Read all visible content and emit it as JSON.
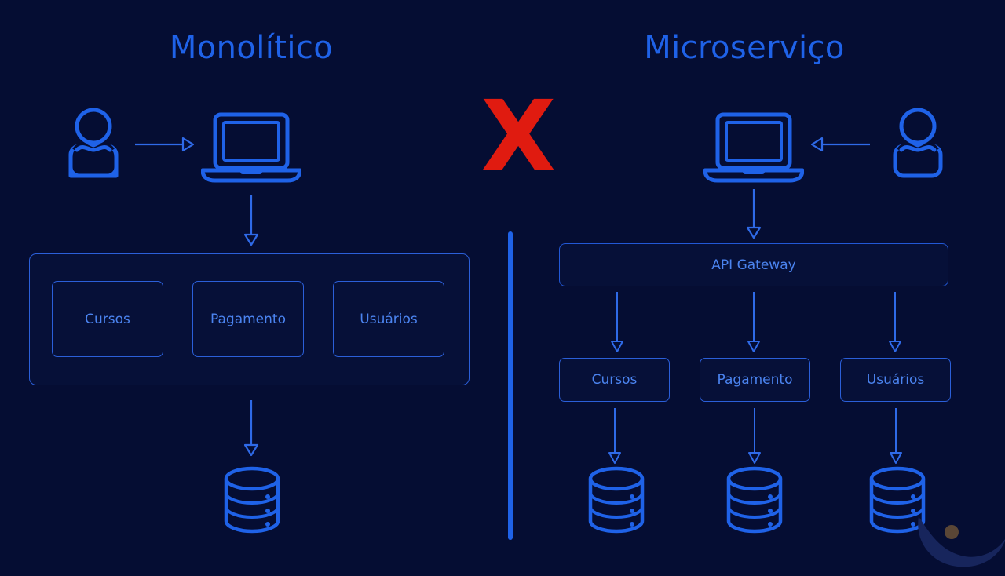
{
  "page": {
    "background_color": "#050d33",
    "accent_color": "#1f62e8",
    "line_color": "#2b5fd9",
    "label_color": "#4b84f0",
    "x_mark_color": "#e01b10"
  },
  "left_panel": {
    "title": "Monolítico",
    "actor_icon": "user-icon",
    "client_icon": "laptop-icon",
    "actor_to_client_arrow": "arrow-right-icon",
    "client_to_app_arrow": "arrow-down-icon",
    "app_to_db_arrow": "arrow-down-icon",
    "monolith_modules": [
      {
        "label": "Cursos"
      },
      {
        "label": "Pagamento"
      },
      {
        "label": "Usuários"
      }
    ],
    "database_icon": "database-icon"
  },
  "center": {
    "x_mark": "X",
    "divider": "vertical-divider"
  },
  "right_panel": {
    "title": "Microserviço",
    "actor_icon": "user-icon",
    "client_icon": "laptop-icon",
    "actor_to_client_arrow": "arrow-left-icon",
    "client_to_gateway_arrow": "arrow-down-icon",
    "gateway": {
      "label": "API Gateway"
    },
    "services": [
      {
        "label": "Cursos",
        "database_icon": "database-icon",
        "gateway_arrow": "arrow-down-icon",
        "db_arrow": "arrow-down-icon"
      },
      {
        "label": "Pagamento",
        "database_icon": "database-icon",
        "gateway_arrow": "arrow-down-icon",
        "db_arrow": "arrow-down-icon"
      },
      {
        "label": "Usuários",
        "database_icon": "database-icon",
        "gateway_arrow": "arrow-down-icon",
        "db_arrow": "arrow-down-icon"
      }
    ]
  },
  "watermark": {
    "logo": "crescent-logo"
  }
}
